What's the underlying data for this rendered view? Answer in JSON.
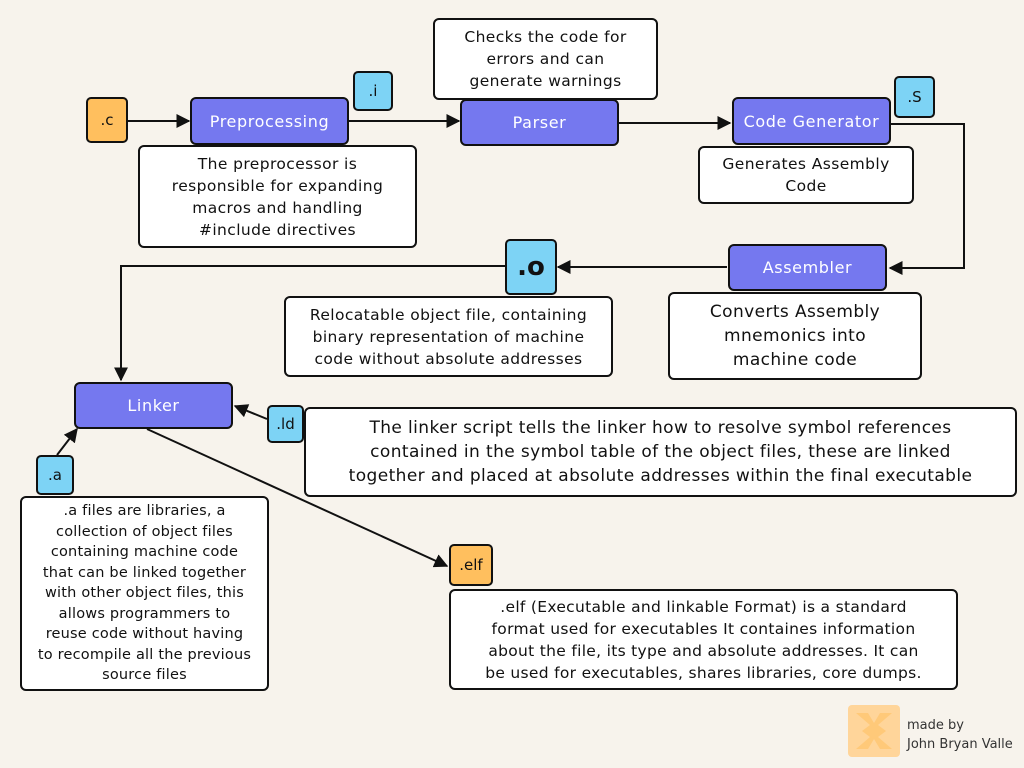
{
  "badges": {
    "c": ".c",
    "i": ".i",
    "s": ".S",
    "o": ".o",
    "ld": ".ld",
    "a": ".a",
    "elf": ".elf"
  },
  "stages": {
    "preprocessing": "Preprocessing",
    "parser": "Parser",
    "code_generator": "Code Generator",
    "assembler": "Assembler",
    "linker": "Linker"
  },
  "notes": {
    "parser": [
      "Checks the code for",
      "errors and can",
      "generate warnings"
    ],
    "preprocessor": [
      "The preprocessor is",
      "responsible for expanding",
      "macros and handling",
      "#include directives"
    ],
    "code_generator": [
      "Generates Assembly",
      "Code"
    ],
    "object_file": [
      "Relocatable object file, containing",
      "binary representation of machine",
      "code without absolute addresses"
    ],
    "assembler": [
      "Converts Assembly",
      "mnemonics into",
      "machine code"
    ],
    "linker_script": [
      "The linker script tells the linker how to resolve symbol references",
      "contained in the symbol table of the object files, these are linked",
      "together and placed at absolute addresses within the final executable"
    ],
    "libraries": [
      ".a files are libraries, a",
      "collection of object files",
      "containing machine code",
      "that can be linked together",
      "with other object files, this",
      "allows programmers to",
      "reuse code without having",
      "to recompile all the previous",
      "source files"
    ],
    "elf": [
      ".elf (Executable and linkable Format) is a standard",
      "format used for executables It containes information",
      "about the file, its type and absolute addresses. It can",
      "be used for executables, shares libraries, core dumps."
    ]
  },
  "credit": {
    "line1": "made by",
    "line2": "John Bryan Valle"
  },
  "colors": {
    "background": "#f7f3ec",
    "stage": "#7578ef",
    "badge_blue": "#7dd3f5",
    "badge_orange": "#ffbf5e",
    "logo": "#ffd59a"
  },
  "icons": {
    "logo": "x-logo-icon"
  }
}
